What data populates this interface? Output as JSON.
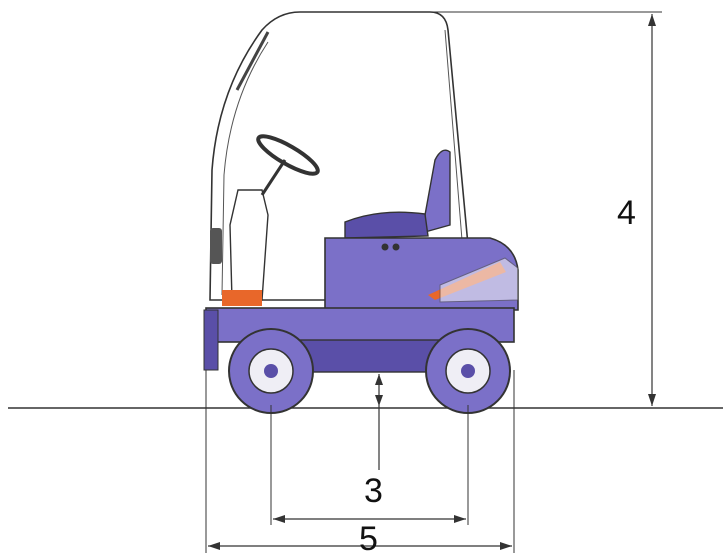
{
  "labels": {
    "height": "4",
    "ground_clearance": "3",
    "overall_length": "5"
  },
  "colors": {
    "body": "#7b70c8",
    "body_dark": "#5a4fa8",
    "accent": "#e8672a",
    "outline": "#333333",
    "glass": "#ffffff"
  }
}
